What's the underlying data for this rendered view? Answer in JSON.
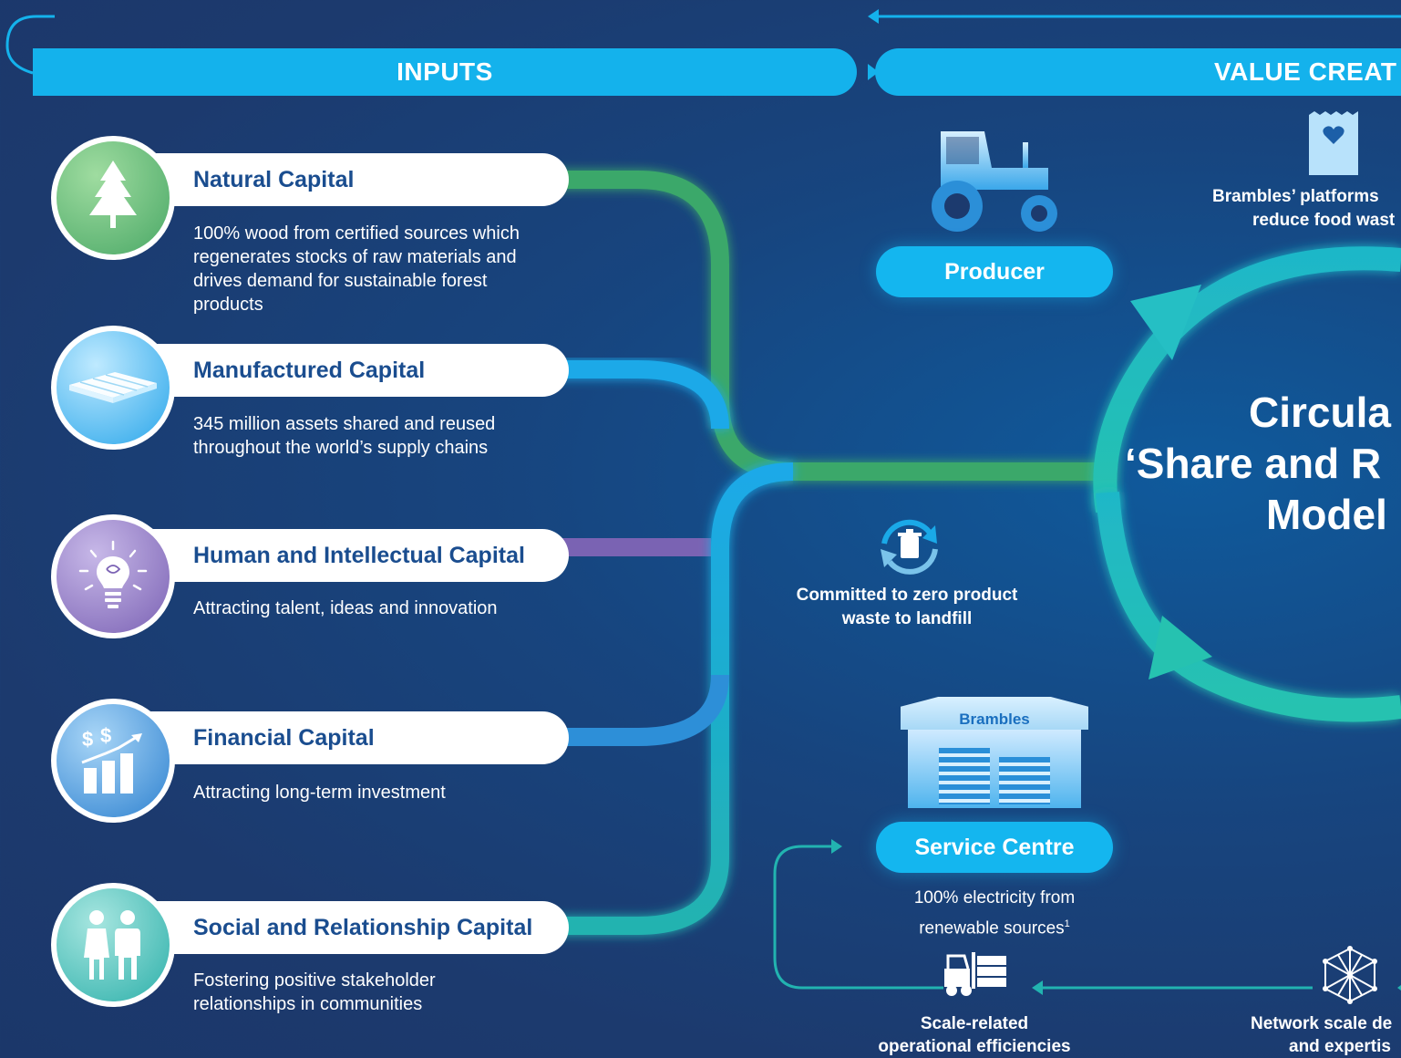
{
  "header": {
    "inputs_label": "INPUTS",
    "value_label": "VALUE CREAT"
  },
  "capitals": [
    {
      "title": "Natural Capital",
      "description": "100% wood from certified sources which regenerates stocks of raw materials and drives demand for sustainable forest products",
      "icon": "tree-icon",
      "color": "#3aa86a"
    },
    {
      "title": "Manufactured Capital",
      "description": "345 million assets shared and reused throughout the world’s supply chains",
      "icon": "pallet-icon",
      "color": "#1aa9e8"
    },
    {
      "title": "Human and Intellectual Capital",
      "description": "Attracting talent, ideas and innovation",
      "icon": "lightbulb-icon",
      "color": "#7a63b3"
    },
    {
      "title": "Financial Capital",
      "description": "Attracting long-term investment",
      "icon": "growth-chart-icon",
      "color": "#2d8fd8"
    },
    {
      "title": "Social and Relationship Capital",
      "description": "Fostering positive stakeholder relationships in communities",
      "icon": "people-icon",
      "color": "#22b3b0"
    }
  ],
  "value_creation": {
    "producer_label": "Producer",
    "zero_waste_caption": "Committed to zero product waste to landfill",
    "warehouse_sign": "Brambles",
    "service_centre_label": "Service Centre",
    "service_centre_caption_line1": "100% electricity from",
    "service_centre_caption_line2": "renewable sources",
    "service_centre_footnote": "1",
    "efficiencies_caption_line1": "Scale-related",
    "efficiencies_caption_line2": "operational efficiencies",
    "food_waste_caption_line1": "Brambles’ platforms",
    "food_waste_caption_line2": "reduce food wast",
    "network_caption_line1": "Network scale de",
    "network_caption_line2": "and expertis",
    "circular_title_line1": "Circula",
    "circular_title_line2": "‘Share and R",
    "circular_title_line3": "Model"
  },
  "colors": {
    "background": "#1c3a6e",
    "accent_blue": "#14b2ec",
    "text_dark_blue": "#1a4d8f",
    "green_stream": "#3aa86a",
    "purple_stream": "#7a63b3",
    "teal_stream": "#22b3b0"
  }
}
